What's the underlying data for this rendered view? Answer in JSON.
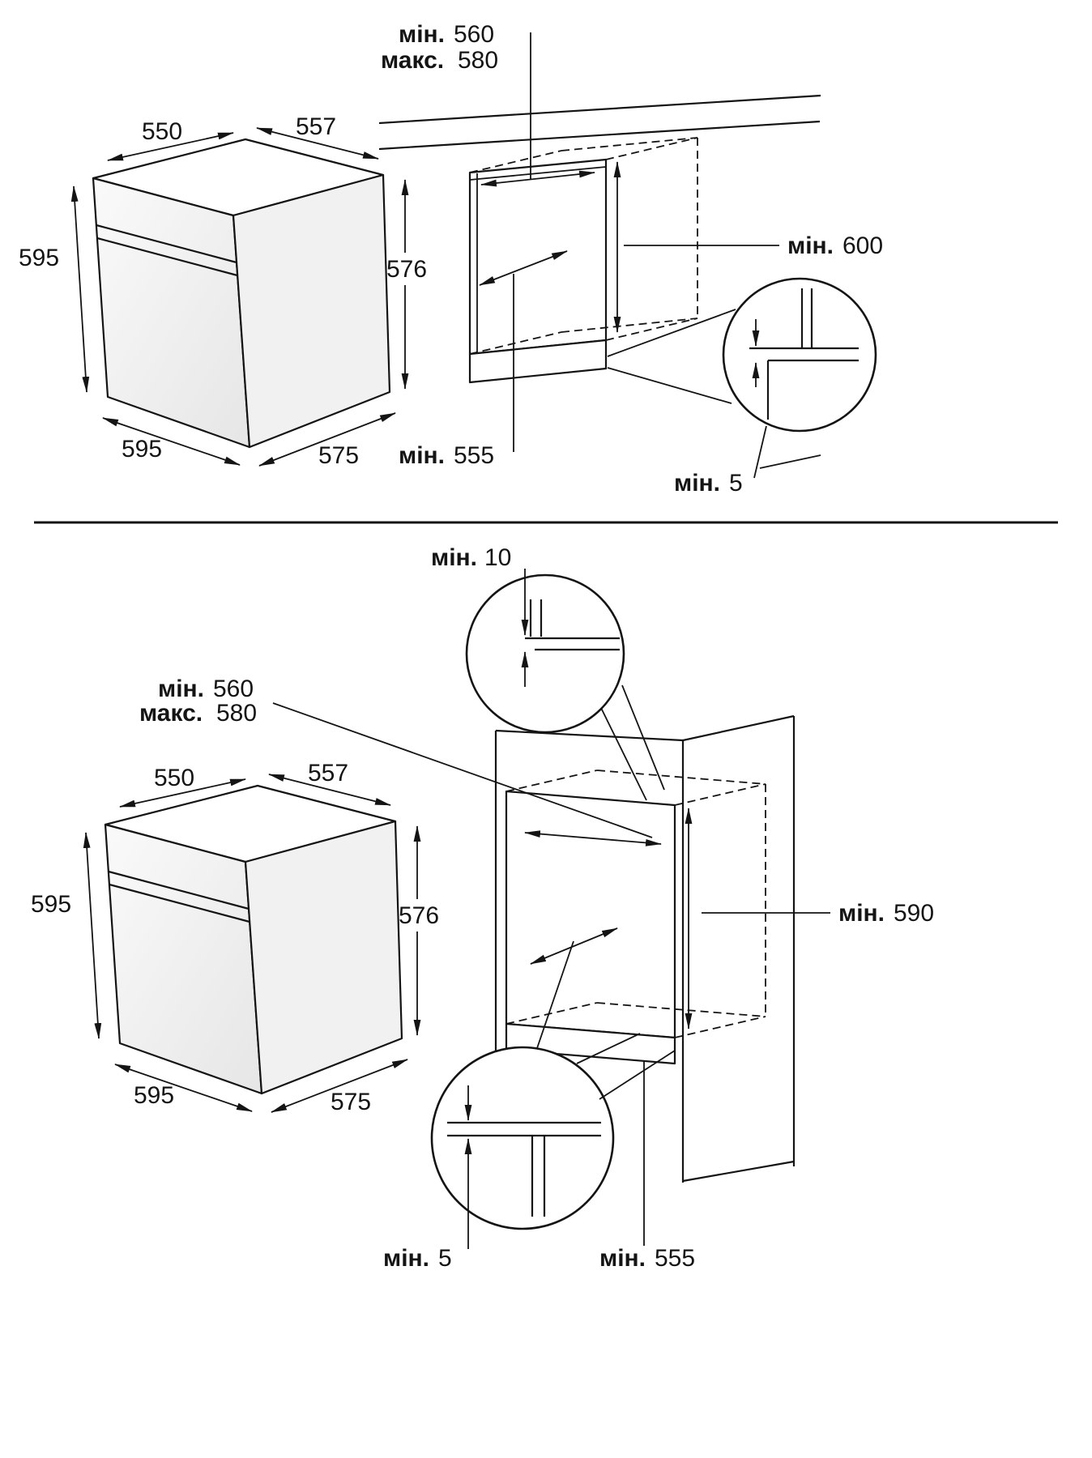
{
  "top_diagram": {
    "oven": {
      "width_top": "550",
      "depth_top": "557",
      "height_front": "595",
      "height_side": "576",
      "width_front": "595",
      "depth_side": "575"
    },
    "niche": {
      "min_label": "мін.",
      "max_label": "макс.",
      "min_width": "560",
      "max_width": "580",
      "min_height": "600",
      "min_depth": "555",
      "min_gap": "5"
    }
  },
  "bottom_diagram": {
    "oven": {
      "width_top": "550",
      "depth_top": "557",
      "height_front": "595",
      "height_side": "576",
      "width_front": "595",
      "depth_side": "575"
    },
    "niche": {
      "min_label": "мін.",
      "max_label": "макс.",
      "min_top_gap": "10",
      "min_width": "560",
      "max_width": "580",
      "min_height": "590",
      "min_gap": "5",
      "min_depth": "555"
    }
  }
}
